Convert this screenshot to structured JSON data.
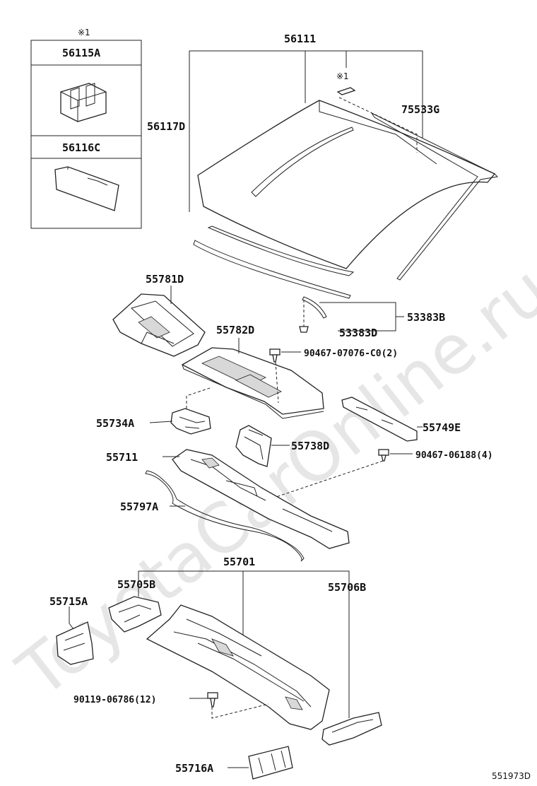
{
  "watermark": "ToyotaCarOnline.ru",
  "diagram_code": "551973D",
  "inset": {
    "mark": "※1",
    "part_a": "56115A",
    "part_b": "56116C"
  },
  "labels": {
    "p56111": "56111",
    "p56117D": "56117D",
    "mark1": "※1",
    "p75533G": "75533G",
    "p55781D": "55781D",
    "p55782D": "55782D",
    "p53383B": "53383B",
    "p53383D": "53383D",
    "p90467a": "90467-07076-C0(2)",
    "p55734A": "55734A",
    "p55749E": "55749E",
    "p55738D": "55738D",
    "p55711": "55711",
    "p90467b": "90467-06188(4)",
    "p55797A": "55797A",
    "p55701": "55701",
    "p55705B": "55705B",
    "p55706B": "55706B",
    "p55715A": "55715A",
    "p90119": "90119-06786(12)",
    "p55716A": "55716A"
  }
}
